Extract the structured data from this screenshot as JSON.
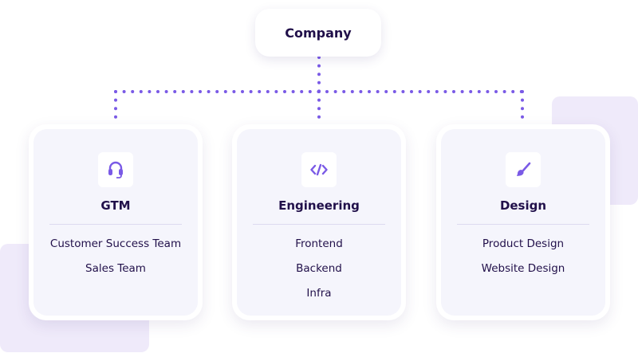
{
  "root": {
    "label": "Company"
  },
  "colors": {
    "accent": "#7a5ae6",
    "text": "#21104a",
    "card_bg": "#f5f5fc",
    "decor": "#efeafa"
  },
  "departments": [
    {
      "title": "GTM",
      "icon": "headset-icon",
      "teams": [
        "Customer Success Team",
        "Sales Team"
      ]
    },
    {
      "title": "Engineering",
      "icon": "code-icon",
      "teams": [
        "Frontend",
        "Backend",
        "Infra"
      ]
    },
    {
      "title": "Design",
      "icon": "paintbrush-icon",
      "teams": [
        "Product Design",
        "Website Design"
      ]
    }
  ]
}
